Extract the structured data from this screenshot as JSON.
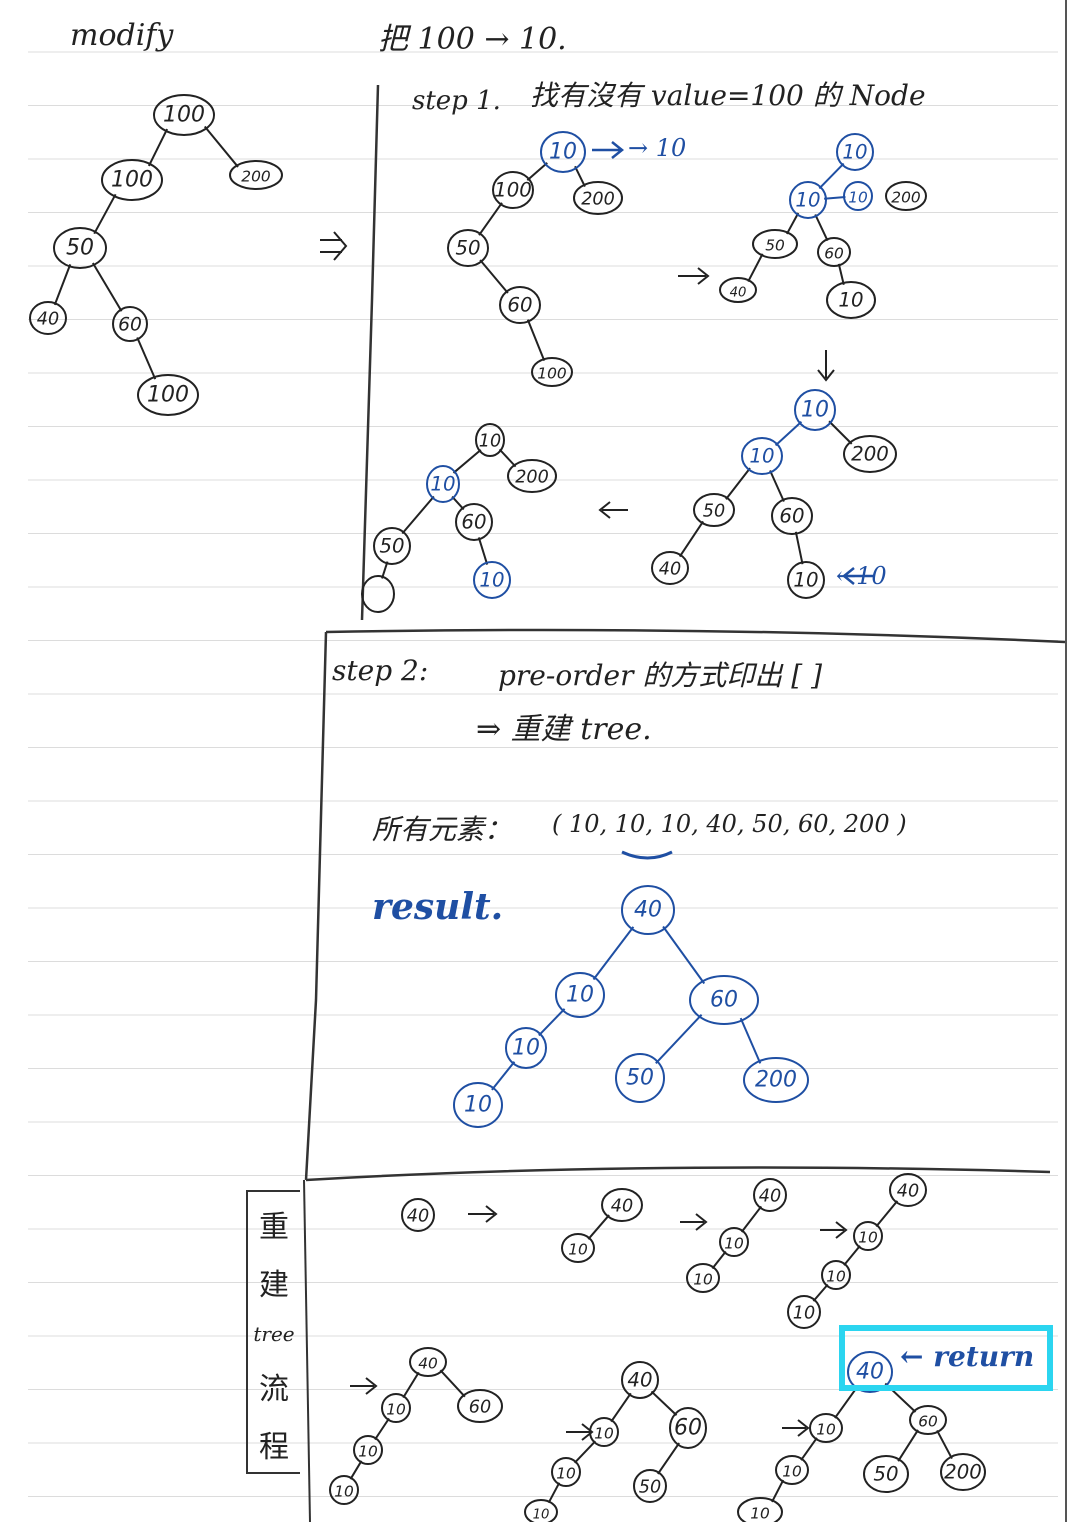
{
  "page_title": "modify",
  "task": "把 100 → 10.",
  "step1": {
    "label": "step 1.",
    "desc": "找有沒有 value=100 的 Node",
    "arrow_to": "→ 10",
    "arrow_from": "←10"
  },
  "step2": {
    "label": "step 2:",
    "desc": "pre-order 的方式印出 [ ]",
    "rebuild": "⇒ 重建 tree.",
    "elements_label": "所有元素：",
    "elements": "( 10, 10, 10, 40, 50, 60, 200 )",
    "result_label": "result."
  },
  "rebuild_flow_label": [
    "重",
    "建",
    "tree",
    "流",
    "程"
  ],
  "return_label": "← return",
  "trees": {
    "original": [
      "100",
      "100",
      "200",
      "50",
      "40",
      "60",
      "100"
    ],
    "step1_a": [
      "10",
      "100",
      "200",
      "50",
      "60",
      "100"
    ],
    "step1_b": [
      "10",
      "10",
      "10",
      "200",
      "50",
      "60",
      "40",
      "10"
    ],
    "step1_c": [
      "10",
      "10",
      "200",
      "50",
      "60",
      "40",
      "10"
    ],
    "step1_d": [
      "10",
      "10",
      "200",
      "60",
      "50",
      "10"
    ],
    "result": [
      "40",
      "10",
      "60",
      "10",
      "50",
      "200",
      "10"
    ],
    "flow": [
      "40",
      "40",
      "10",
      "40",
      "10",
      "10",
      "40",
      "10",
      "10",
      "10",
      "40",
      "10",
      "60",
      "10",
      "10",
      "40",
      "10",
      "60",
      "10",
      "50",
      "10",
      "40",
      "10",
      "60",
      "10",
      "50",
      "200",
      "10"
    ]
  },
  "colors": {
    "ink": "#222222",
    "blue_ink": "#1f4fa3",
    "highlight": "#2bd5f0",
    "rule": "#d6d6d6"
  }
}
